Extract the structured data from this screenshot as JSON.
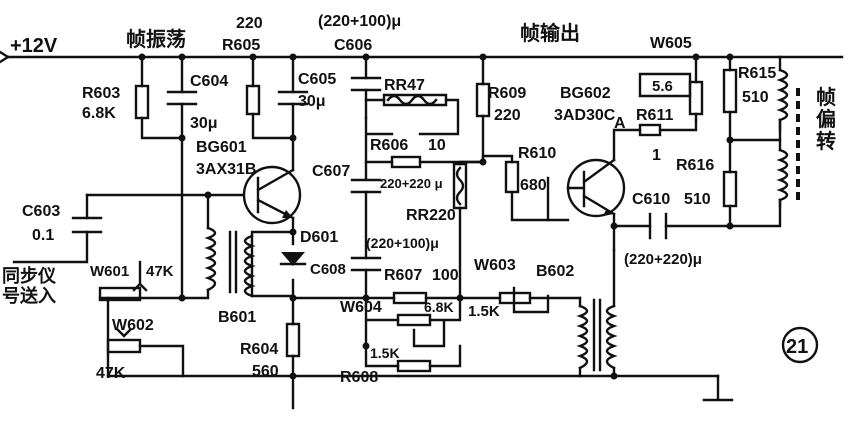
{
  "supply": "+12V",
  "sections": {
    "osc": "帧振荡",
    "out": "帧输出",
    "yoke": "帧偏转",
    "sync_input": [
      "同步仪",
      "号送入"
    ]
  },
  "figure_number": "21",
  "components": {
    "R603": {
      "ref": "R603",
      "value": "6.8K"
    },
    "C604": {
      "ref": "C604",
      "value": "30μ"
    },
    "R605": {
      "ref": "R605",
      "value": "220"
    },
    "C605": {
      "ref": "C605",
      "value": "30μ"
    },
    "C606": {
      "ref": "C606",
      "value": "(220+100)μ"
    },
    "RR47": {
      "ref": "RR47"
    },
    "R606": {
      "ref": "R606",
      "value": "10"
    },
    "C607": {
      "ref": "C607",
      "value": "220+220 μ"
    },
    "RR220": {
      "ref": "RR220"
    },
    "C608": {
      "ref": "C608",
      "value": "(220+100)μ"
    },
    "R607": {
      "ref": "R607",
      "value": "100"
    },
    "R609": {
      "ref": "R609",
      "value": "220"
    },
    "R610": {
      "ref": "R610",
      "value": "680"
    },
    "BG601": {
      "ref": "BG601",
      "value": "3AX31B"
    },
    "BG602": {
      "ref": "BG602",
      "value": "3AD30C"
    },
    "node_A": "A",
    "R611": {
      "ref": "R611",
      "value": "1"
    },
    "W605": {
      "ref": "W605",
      "value": "5.6"
    },
    "R615": {
      "ref": "R615",
      "value": "510"
    },
    "R616": {
      "ref": "R616",
      "value": "510"
    },
    "C610": {
      "ref": "C610",
      "value": "(220+220)μ"
    },
    "D601": {
      "ref": "D601"
    },
    "B601": {
      "ref": "B601"
    },
    "B602": {
      "ref": "B602"
    },
    "R604": {
      "ref": "R604",
      "value": "560"
    },
    "C603": {
      "ref": "C603",
      "value": "0.1"
    },
    "W601": {
      "ref": "W601",
      "value": "47K"
    },
    "W602": {
      "ref": "W602",
      "value": "47K"
    },
    "W603": {
      "ref": "W603",
      "value": "1.5K"
    },
    "W604": {
      "ref": "W604",
      "value": "6.8K",
      "value2": "1.5K"
    },
    "R608": {
      "ref": "R608"
    }
  }
}
